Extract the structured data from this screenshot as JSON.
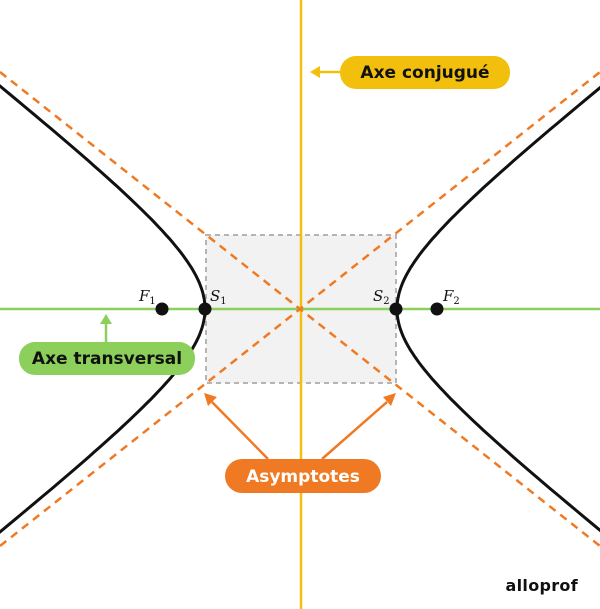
{
  "labels": {
    "conjugate_axis": "Axe conjugué",
    "transverse_axis": "Axe transversal",
    "asymptotes": "Asymptotes"
  },
  "points": {
    "f1": {
      "letter": "F",
      "sub": "1"
    },
    "s1": {
      "letter": "S",
      "sub": "1"
    },
    "s2": {
      "letter": "S",
      "sub": "2"
    },
    "f2": {
      "letter": "F",
      "sub": "2"
    }
  },
  "brand": {
    "logo": "alloprof"
  },
  "colors": {
    "conjugate_axis": "#f2c00c",
    "transverse_axis": "#8ccf5a",
    "asymptote": "#f07a23",
    "hyperbola": "#111111",
    "rectangle_fill": "#f2f2f2",
    "rectangle_stroke": "#b5b5b5",
    "label_text": "#111111",
    "asymptotes_label_text": "#ffffff"
  }
}
